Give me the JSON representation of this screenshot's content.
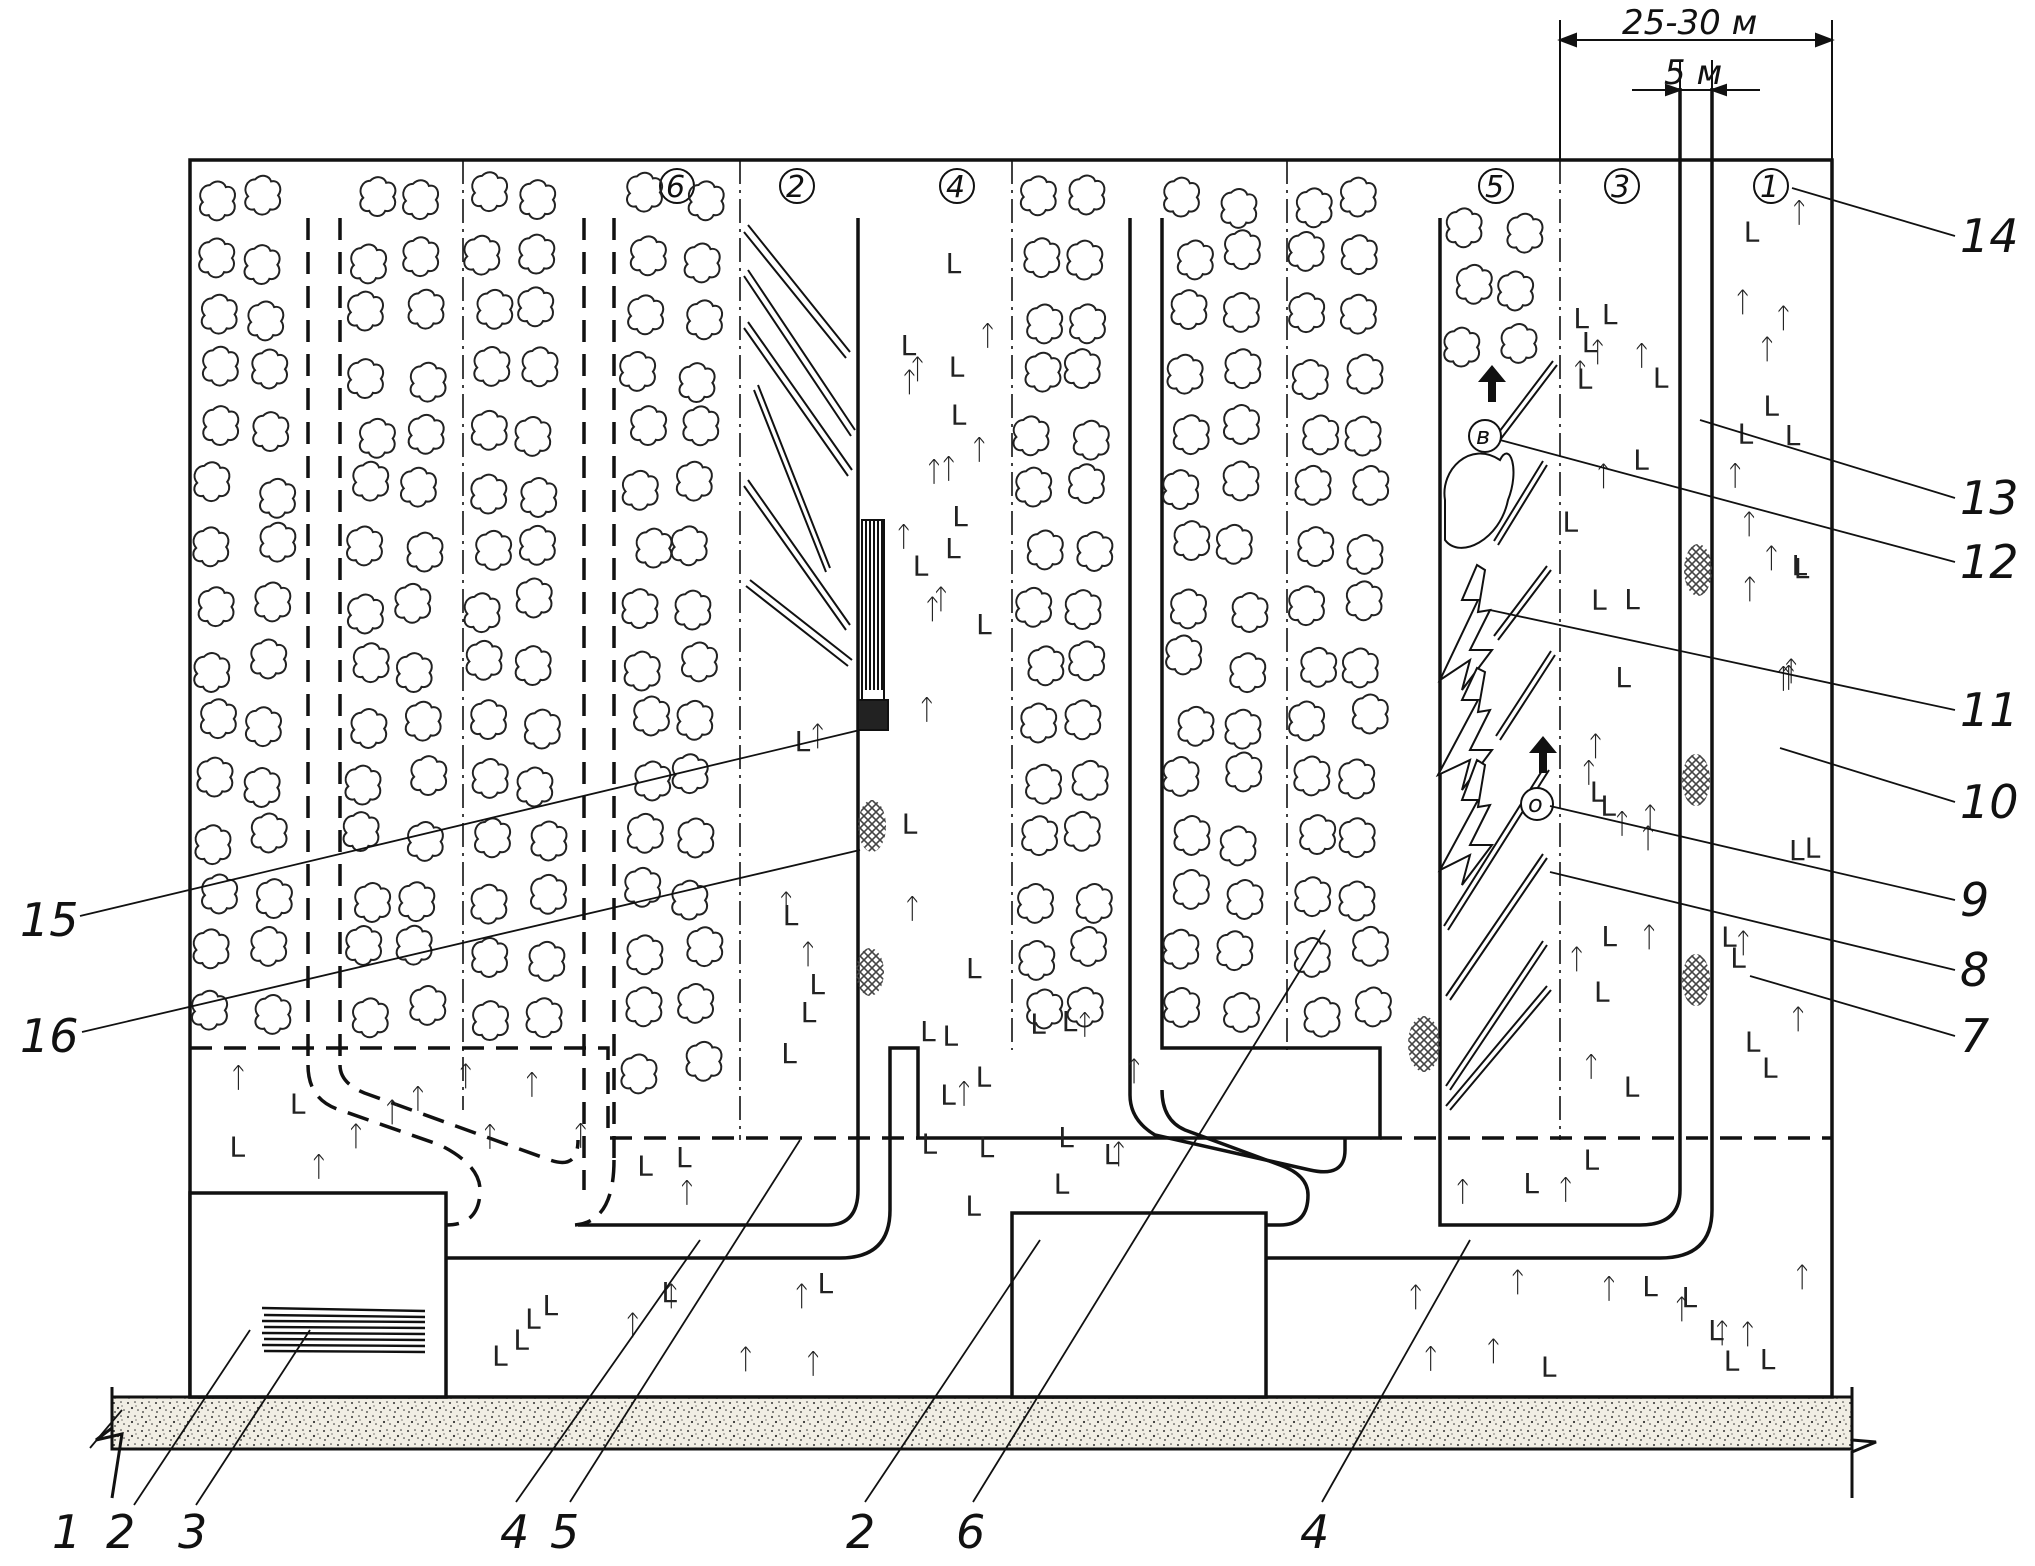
{
  "dimensions": {
    "overall_width": "25-30 м",
    "gap_width": "5 м"
  },
  "strip_numbers": [
    "6",
    "2",
    "4",
    "5",
    "3",
    "1"
  ],
  "circle_marks": {
    "upper": "в",
    "lower": "о"
  },
  "callouts_right": [
    "14",
    "13",
    "12",
    "11",
    "10",
    "9",
    "8",
    "7"
  ],
  "callouts_left": [
    "15",
    "16"
  ],
  "callouts_bottom": [
    "1",
    "2",
    "3",
    "4",
    "5",
    "2",
    "6",
    "4"
  ],
  "symbols": {
    "tree_glyph": "ᛏ",
    "stump_glyph": "L"
  },
  "colors": {
    "ink": "#111111",
    "soil": "#e8e4d8",
    "hatch": "#555555"
  }
}
